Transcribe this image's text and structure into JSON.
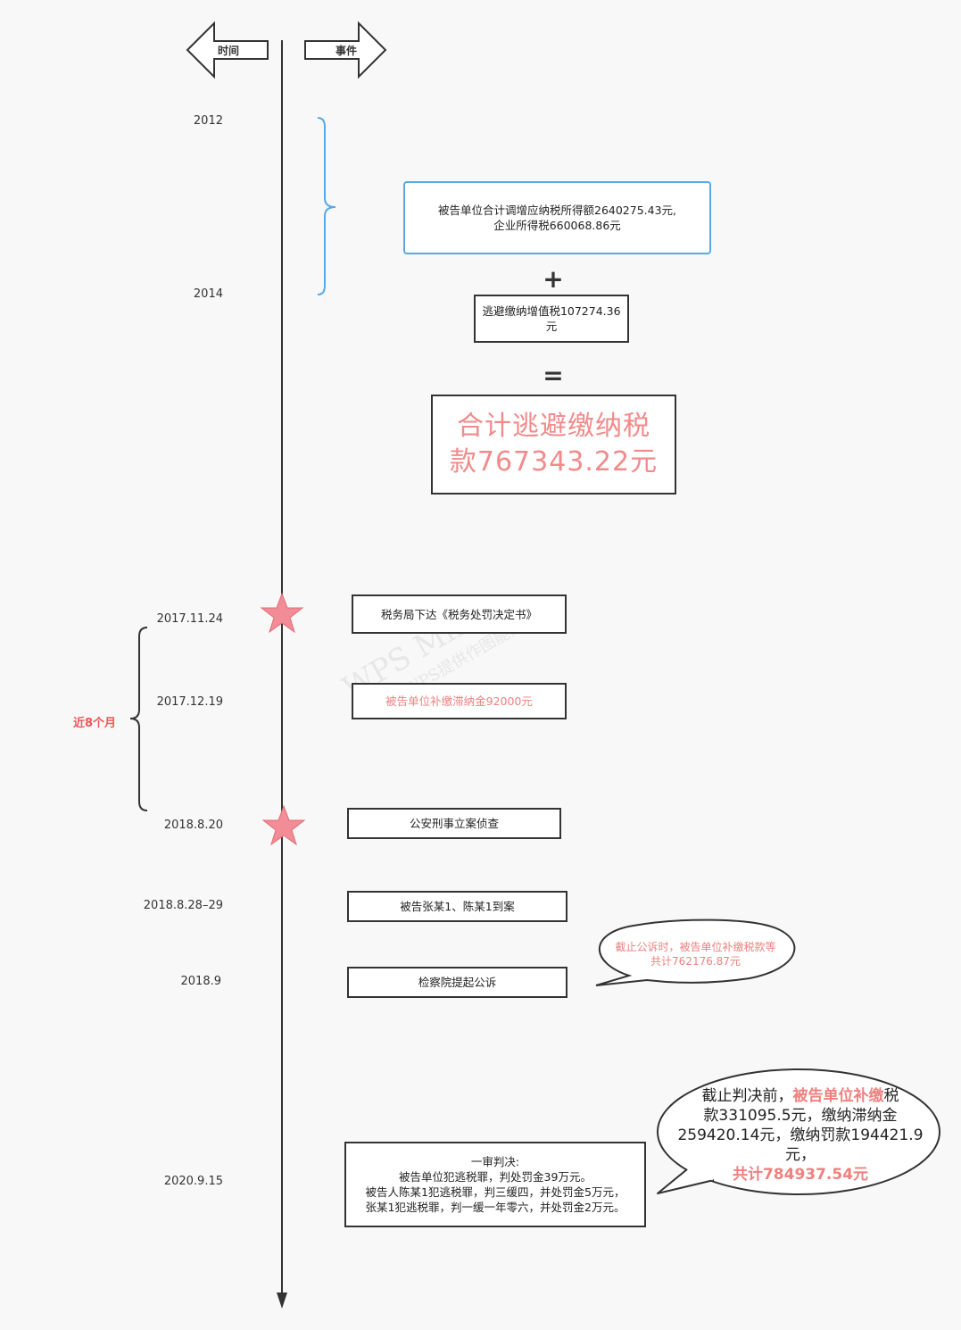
{
  "header": {
    "time_label": "时间",
    "event_label": "事件"
  },
  "dates": {
    "d2012": "2012",
    "d2014": "2014",
    "d20171124": "2017.11.24",
    "d20171219": "2017.12.19",
    "d2018820": "2018.8.20",
    "d2018828": "2018.8.28–29",
    "d20189": "2018.9",
    "d2020915": "2020.9.15"
  },
  "calc": {
    "income_line1": "被告单位合计调增应纳税所得额2640275.43元,",
    "income_line2": "企业所得税660068.86元",
    "plus": "+",
    "vat_line1": "逃避缴纳增值税107274.36",
    "vat_line2": "元",
    "equals": "=",
    "total_line1": "合计逃避缴纳税",
    "total_line2": "款767343.22元"
  },
  "events": {
    "e1": "税务局下达《税务处罚决定书》",
    "e2": "被告单位补缴滞纳金92000元",
    "e3": "公安刑事立案侦查",
    "e4": "被告张某1、陈某1到案",
    "e5": "检察院提起公诉",
    "verdict_title": "一审判决:",
    "verdict_line1": "被告单位犯逃税罪，判处罚金39万元。",
    "verdict_line2": "被告人陈某1犯逃税罪，判三缓四，并处罚金5万元，",
    "verdict_line3": "张某1犯逃税罪，判一缓一年零六，并处罚金2万元。"
  },
  "bracket": {
    "label": "近8个月"
  },
  "bubble1": {
    "line1": "截止公诉时，被告单位补缴税款等",
    "line2": "共计762176.87元"
  },
  "bubble2": {
    "l1a": "截止判决前，",
    "l1b": "被告单位补缴",
    "l1c": "税",
    "l2": "款331095.5元，缴纳滞纳金",
    "l3": "259420.14元，缴纳罚款194421.9",
    "l4": "元，",
    "l5a": "共计",
    "l5b": "784937.54元"
  },
  "watermark": {
    "line1": "WPS Mind",
    "line2": "由WPS提供作图能力"
  },
  "colors": {
    "accent": "#f08080",
    "blue": "#5aa9e6",
    "star": "#f07a84"
  }
}
